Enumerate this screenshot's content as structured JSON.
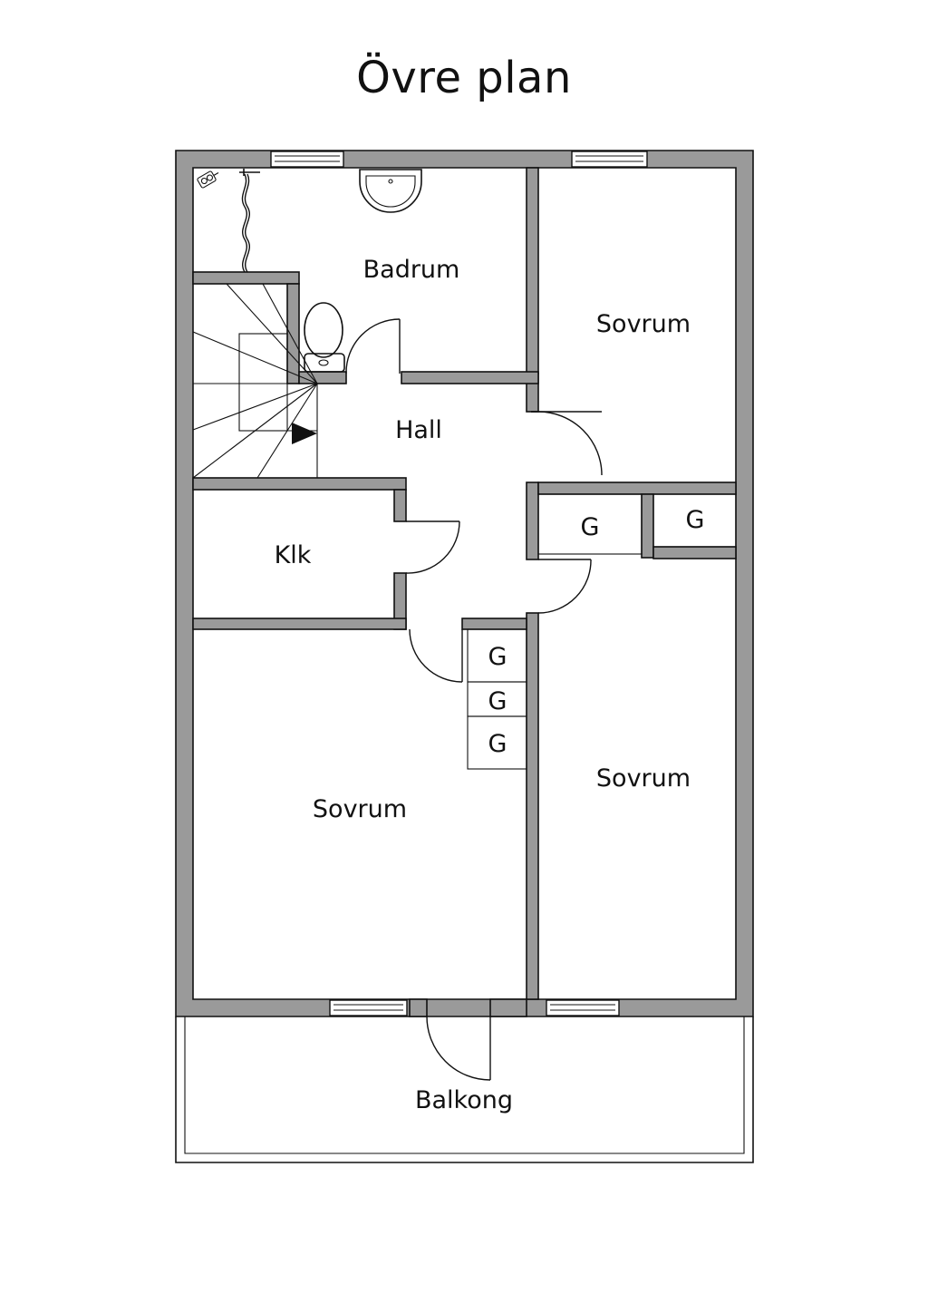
{
  "title": "Övre plan",
  "rooms": {
    "badrum": "Badrum",
    "sovrum_top_right": "Sovrum",
    "hall": "Hall",
    "klk": "Klk",
    "garderob_1": "G",
    "garderob_2": "G",
    "garderob_3": "G",
    "garderob_4": "G",
    "garderob_5": "G",
    "sovrum_bottom_left": "Sovrum",
    "sovrum_bottom_right": "Sovrum",
    "balkong": "Balkong"
  },
  "colors": {
    "wall_fill": "#9a9a9a",
    "line": "#111111",
    "background": "#ffffff"
  },
  "icons": [
    "toilet-icon",
    "sink-icon",
    "shower-icon",
    "stairs-icon",
    "stair-arrow-icon",
    "window-icon",
    "door-icon"
  ]
}
